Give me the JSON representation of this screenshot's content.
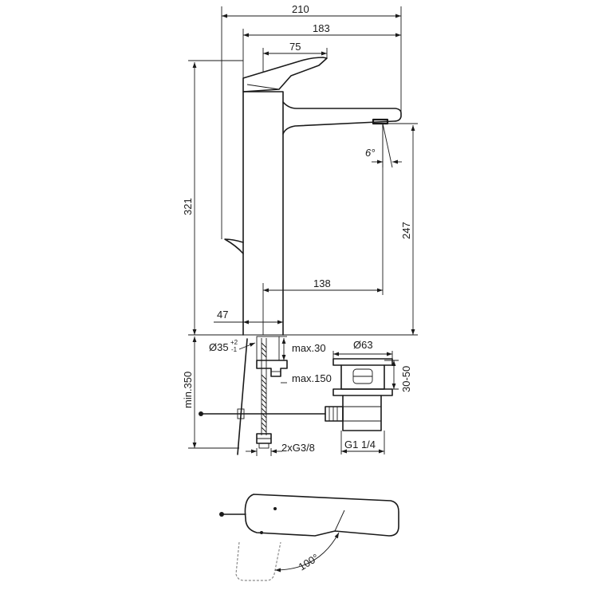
{
  "dimensions": {
    "overall_depth": "210",
    "spout_projection": "183",
    "lever_length": "75",
    "overall_height": "321",
    "spout_outlet_height": "247",
    "spout_reach": "138",
    "body_width": "47",
    "spout_angle": "6°",
    "tap_hole_diameter": "Ø35",
    "tap_hole_tol_upper": "+2",
    "tap_hole_tol_lower": "-1",
    "max_deck_thickness": "max.30",
    "max_tail_length": "max.150",
    "min_supply_length": "min.350",
    "supply_connections": "2xG3/8",
    "waste_diameter": "Ø63",
    "waste_adjust": "30-50",
    "waste_thread": "G1 1/4",
    "lever_rotation": "100°"
  },
  "colors": {
    "line": "#1a1a1a",
    "ghost": "#8a8a8a",
    "background": "#ffffff"
  }
}
